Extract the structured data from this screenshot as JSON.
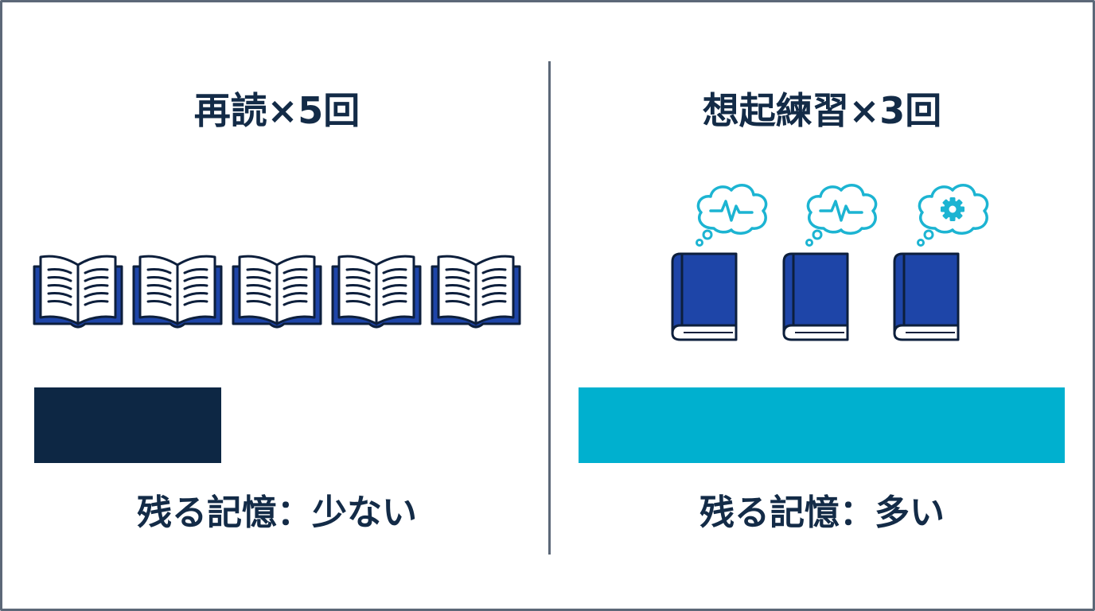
{
  "left_panel": {
    "title": "再読×5回",
    "caption": "残る記憶：少ない",
    "bar_color": "#0d2744",
    "bar_fraction": 0.385,
    "icon": "open-book-icon",
    "icon_count": 5
  },
  "right_panel": {
    "title": "想起練習×3回",
    "caption": "残る記憶：多い",
    "bar_color": "#00b0cf",
    "bar_fraction": 1.0,
    "books": [
      {
        "icon": "closed-book-icon",
        "thought": "heartbeat-pulse-icon"
      },
      {
        "icon": "closed-book-icon",
        "thought": "heartbeat-pulse-icon"
      },
      {
        "icon": "closed-book-icon",
        "thought": "gear-icon"
      }
    ]
  },
  "colors": {
    "book_blue": "#1e45a8",
    "ink": "#132b47",
    "cyan": "#1cb4d2",
    "divider": "#5c6878"
  }
}
